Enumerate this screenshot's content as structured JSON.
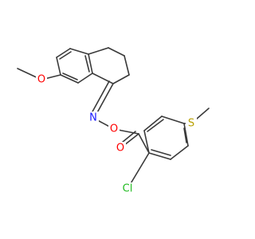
{
  "molecule": {
    "atom_labels": {
      "o_methoxy": "O",
      "n_oxime": "N",
      "o_oxime": "O",
      "o_carbonyl": "O",
      "s_thioether": "S",
      "cl": "Cl"
    },
    "colors": {
      "bond": "#3a3a3a",
      "oxygen": "#ff0000",
      "nitrogen": "#1a1aff",
      "sulfur": "#b8a000",
      "chlorine": "#22bb22",
      "background": "#ffffff"
    }
  }
}
